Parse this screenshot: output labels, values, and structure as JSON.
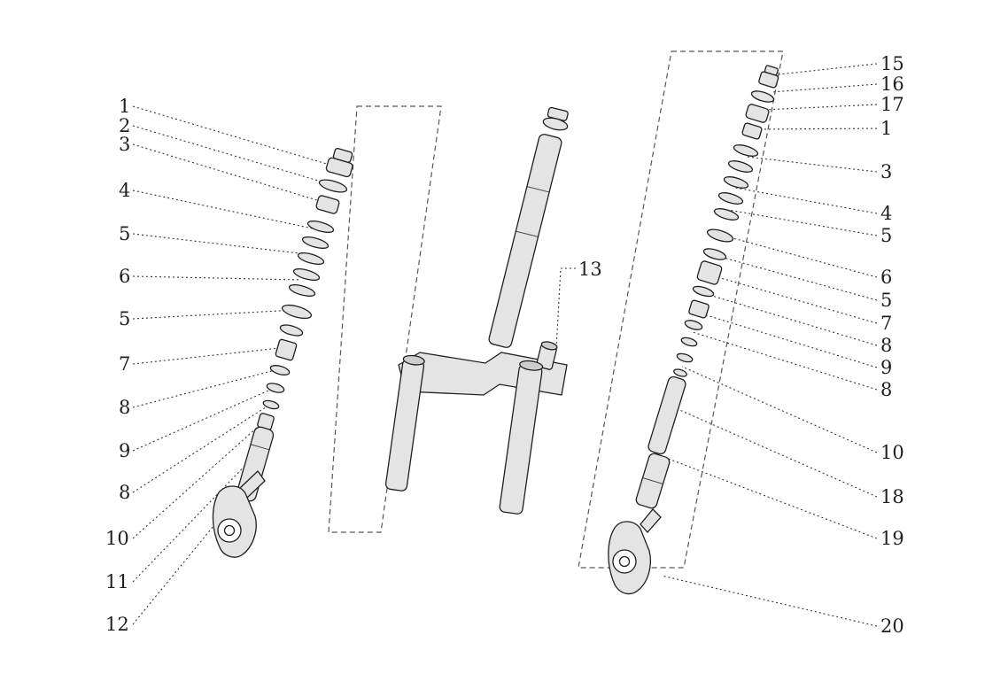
{
  "colors": {
    "ink": "#1f1f1f",
    "part-fill": "#e4e4e4",
    "background": "#ffffff"
  },
  "callouts": {
    "left": [
      {
        "label": "1"
      },
      {
        "label": "2"
      },
      {
        "label": "3"
      },
      {
        "label": "4"
      },
      {
        "label": "5"
      },
      {
        "label": "6"
      },
      {
        "label": "5"
      },
      {
        "label": "7"
      },
      {
        "label": "8"
      },
      {
        "label": "9"
      },
      {
        "label": "8"
      },
      {
        "label": "10"
      },
      {
        "label": "11"
      },
      {
        "label": "12"
      }
    ],
    "center": [
      {
        "label": "13"
      }
    ],
    "right": [
      {
        "label": "15"
      },
      {
        "label": "16"
      },
      {
        "label": "17"
      },
      {
        "label": "1"
      },
      {
        "label": "3"
      },
      {
        "label": "4"
      },
      {
        "label": "5"
      },
      {
        "label": "6"
      },
      {
        "label": "5"
      },
      {
        "label": "7"
      },
      {
        "label": "8"
      },
      {
        "label": "9"
      },
      {
        "label": "8"
      },
      {
        "label": "10"
      },
      {
        "label": "18"
      },
      {
        "label": "19"
      },
      {
        "label": "20"
      }
    ]
  }
}
